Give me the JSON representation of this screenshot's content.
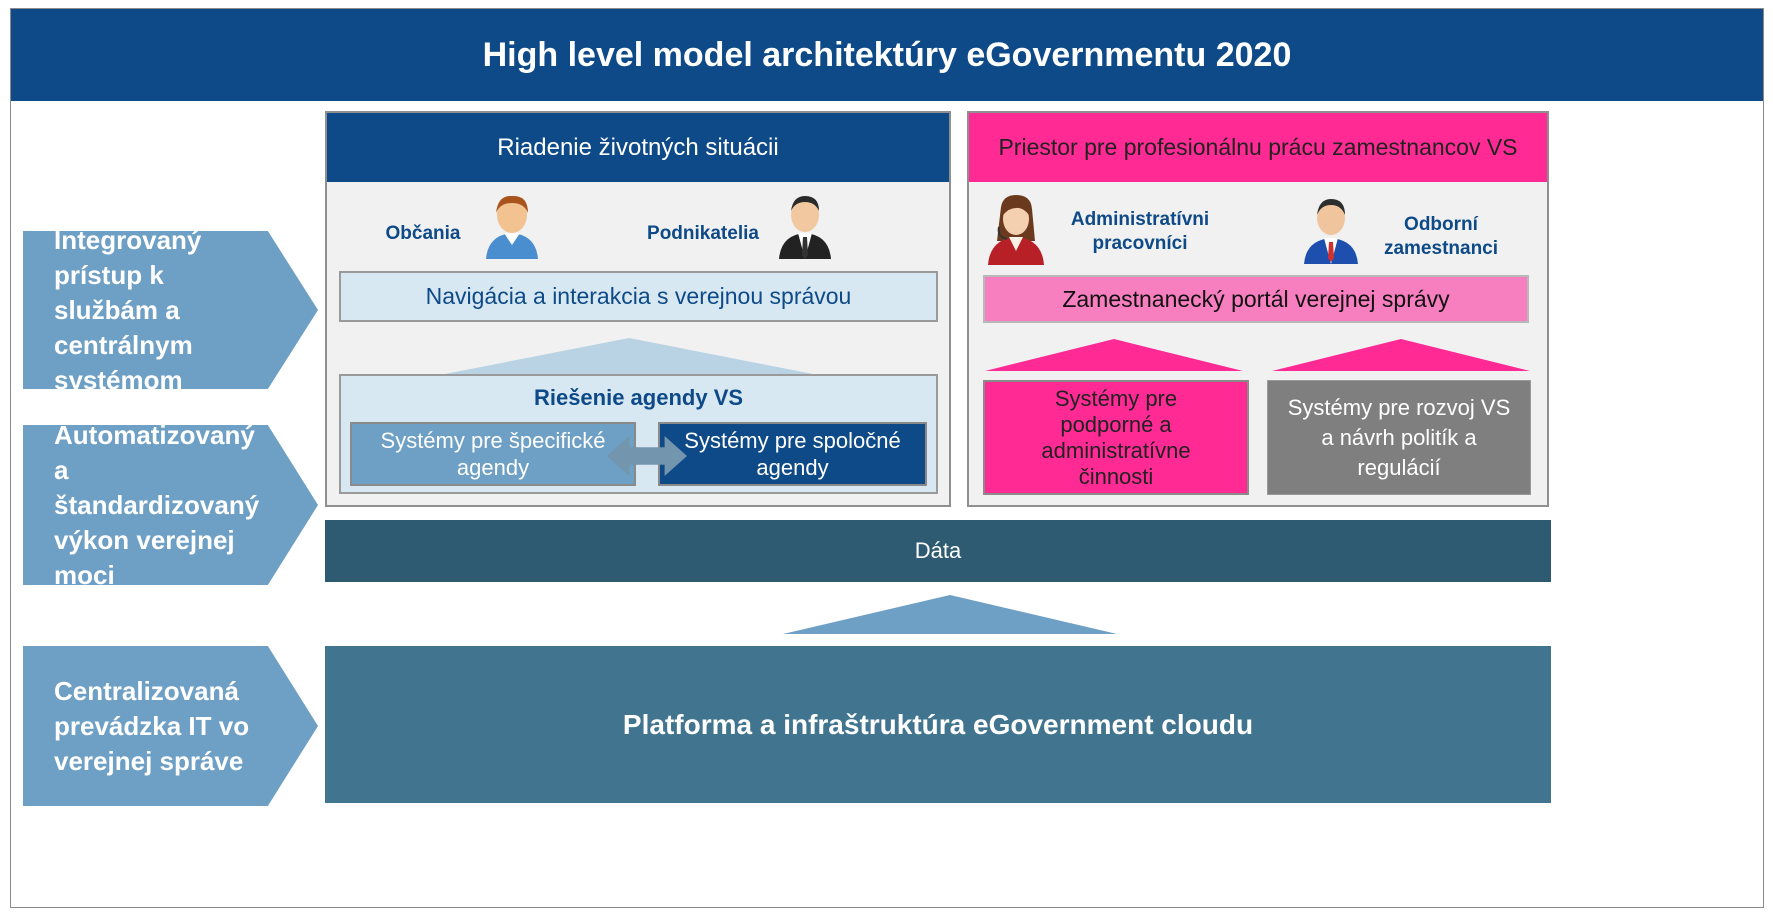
{
  "title": "High level model architektúry eGovernmentu 2020",
  "left_labels": [
    {
      "id": "integrovany",
      "text": "Integrovaný prístup k službám a centrálnym systémom"
    },
    {
      "id": "automatizovany",
      "text": "Automatizovaný a štandardizovaný výkon verejnej moci"
    },
    {
      "id": "centralizovana",
      "text": "Centralizovaná prevádzka IT vo verejnej správe"
    }
  ],
  "left_panel": {
    "header": "Riadenie životných situácii",
    "persona_citizens": "Občania",
    "persona_business": "Podnikatelia",
    "navigation": "Navigácia a interakcia s verejnou správou",
    "agenda_title": "Riešenie agendy VS",
    "specific_systems": "Systémy pre špecifické agendy",
    "common_systems": "Systémy pre spoločné agendy"
  },
  "right_panel": {
    "header": "Priestor pre profesionálnu prácu zamestnancov VS",
    "persona_admin": "Administratívni pracovníci",
    "persona_experts": "Odborní zamestnanci",
    "portal": "Zamestnanecký portál verejnej správy",
    "support_systems": "Systémy pre podporné a administratívne činnosti",
    "development_systems": "Systémy pre rozvoj VS a návrh politík a regulácií"
  },
  "data_layer": "Dáta",
  "platform": "Platforma a infraštruktúra eGovernment cloudu",
  "colors": {
    "title_bg": "#0d4a87",
    "chevron": "#6e9fc4",
    "magenta": "#ff2a94",
    "pink_light": "#f77fc0",
    "data_bar": "#2f5b72",
    "platform": "#41758f",
    "gray_box": "#7f7f7f"
  },
  "icons": [
    "citizen-person-icon",
    "businessman-icon",
    "admin-woman-icon",
    "expert-employee-icon"
  ]
}
